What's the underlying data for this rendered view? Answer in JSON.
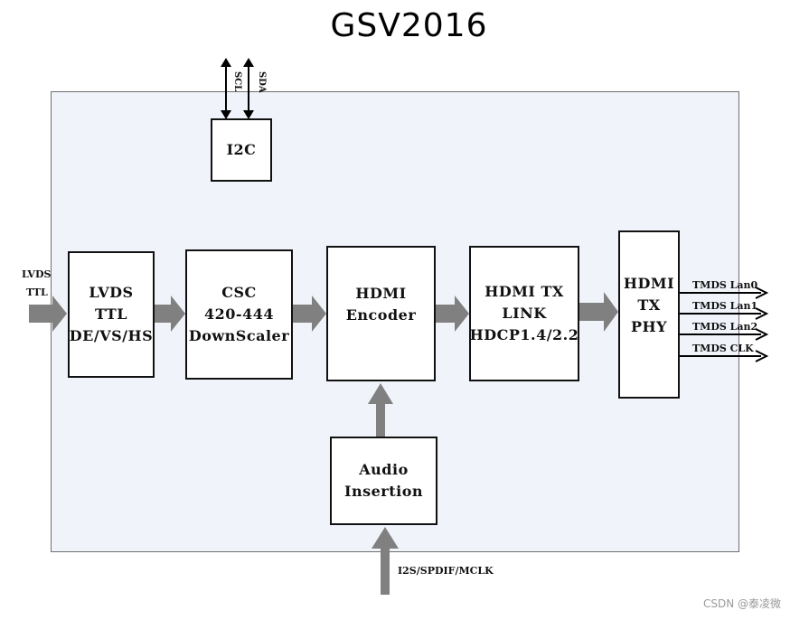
{
  "title": "GSV2016",
  "blocks": {
    "i2c": [
      "I2C"
    ],
    "lvds": [
      "LVDS",
      "TTL",
      "DE/VS/HS"
    ],
    "csc": [
      "CSC",
      "420-444",
      "DownScaler"
    ],
    "encoder": [
      "HDMI",
      "Encoder"
    ],
    "hdmi_tx_link": [
      "HDMI TX",
      "LINK",
      "HDCP1.4/2.2"
    ],
    "phy": [
      "HDMI",
      "TX",
      "PHY"
    ],
    "audio": [
      "Audio",
      "Insertion"
    ]
  },
  "signals": {
    "scl": "SCL",
    "sda": "SDA",
    "input_line1": "LVDS",
    "input_line2": "TTL",
    "audio_input": "I2S/SPDIF/MCLK",
    "outputs": [
      "TMDS Lan0",
      "TMDS Lan1",
      "TMDS Lan2",
      "TMDS CLK"
    ]
  },
  "watermark": "CSDN @泰凌微"
}
